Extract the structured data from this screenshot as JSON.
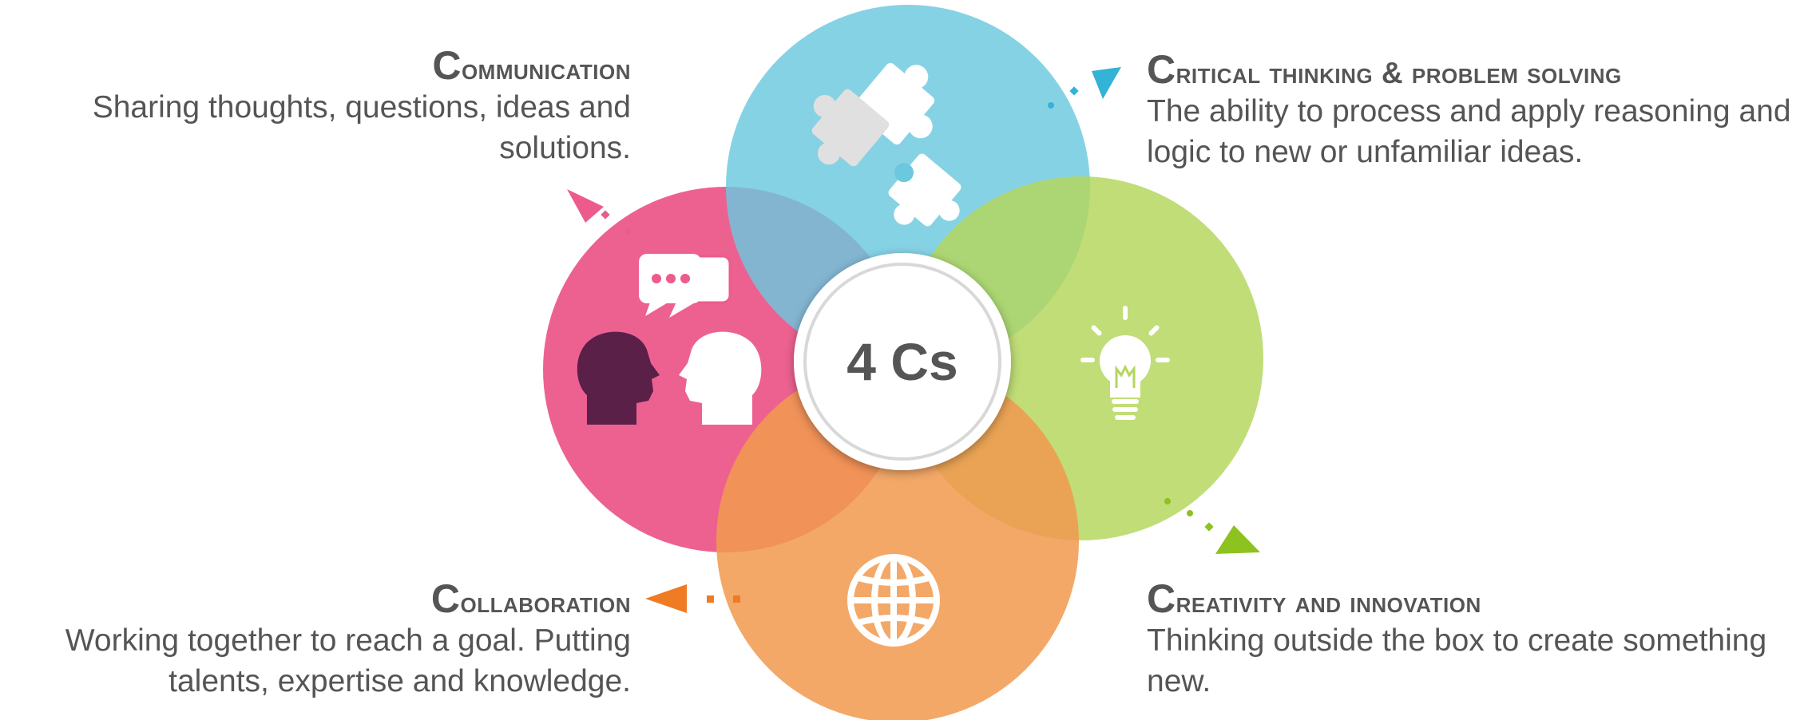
{
  "center": {
    "label": "4 Cs"
  },
  "colors": {
    "communication": "#ec5b8c",
    "critical_thinking": "#6bc8df",
    "creativity": "#bad96a",
    "collaboration": "#f1a25e",
    "text": "#555555"
  },
  "blocks": {
    "communication": {
      "title_initial": "C",
      "title_rest": "ommunication",
      "description": "Sharing thoughts, questions, ideas and solutions.",
      "icon": "people-talking-icon"
    },
    "critical_thinking": {
      "title_initial": "C",
      "title_rest": "ritical thinking & problem solving",
      "description": "The ability to process and apply reasoning and logic to new or unfamiliar ideas.",
      "icon": "puzzle-icon"
    },
    "collaboration": {
      "title_initial": "C",
      "title_rest": "ollaboration",
      "description": "Working together to reach a goal. Putting talents, expertise and knowledge.",
      "icon": "globe-icon"
    },
    "creativity": {
      "title_initial": "C",
      "title_rest": "reativity and innovation",
      "description": "Thinking outside the box to create something new.",
      "icon": "lightbulb-icon"
    }
  }
}
